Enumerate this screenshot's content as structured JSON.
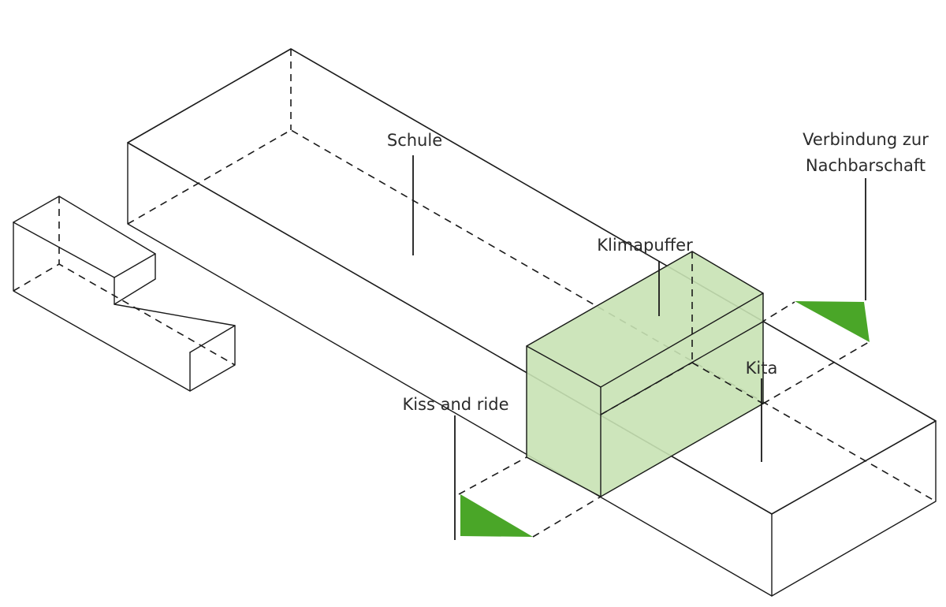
{
  "labels": {
    "schule": "Schule",
    "verbindung_line1": "Verbindung zur",
    "verbindung_line2": "Nachbarschaft",
    "klimapuffer": "Klimapuffer",
    "kita": "Kita",
    "kiss_and_ride": "Kiss and ride"
  },
  "colors": {
    "volume_fill": "#c8e2b4",
    "volume_stroke": "#8fc07a",
    "marker_green": "#4aa628",
    "line": "#1a1a1a",
    "text": "#2b2b2b"
  }
}
